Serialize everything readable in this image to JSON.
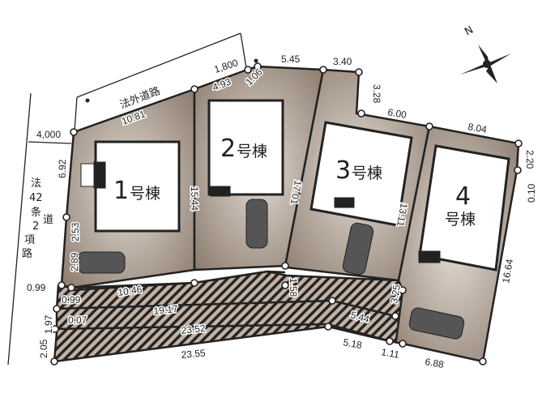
{
  "roads": {
    "outside_road": "法外道路",
    "article42_road": [
      "法",
      "42",
      "条",
      "2",
      "項",
      "道",
      "路"
    ],
    "outside_road_width": "1,800",
    "article42_road_width": "4,000"
  },
  "buildings": [
    {
      "num": "1",
      "suffix": "号棟"
    },
    {
      "num": "2",
      "suffix": "号棟"
    },
    {
      "num": "3",
      "suffix": "号棟"
    },
    {
      "num": "4",
      "suffix": "号棟"
    }
  ],
  "compass": {
    "label": "N"
  },
  "dimensions": {
    "d1081": "10.81",
    "d493": "4.93",
    "d106": "1.06",
    "d545": "5.45",
    "d340": "3.40",
    "d328": "3.28",
    "d600": "6.00",
    "d804": "8.04",
    "d220": "2.20",
    "d010": "0.10",
    "d692": "6.92",
    "d253": "2.53",
    "d289": "2.89",
    "d1544": "15.44",
    "d1701": "17.01",
    "d1311": "13.11",
    "d1664": "16.64",
    "d158": "1.58",
    "d325": "3.25",
    "d099a": "0.99",
    "d099b": "0.99",
    "d007": "0.07",
    "d197": "1.97",
    "d205": "2.05",
    "d1046": "10.46",
    "d1917": "19.17",
    "d2352": "23.52",
    "d2355": "23.55",
    "d544": "5.44",
    "d518": "5.18",
    "d111": "1.11",
    "d688": "6.88"
  },
  "colors": {
    "lot": "#8f7f72",
    "lot_light": "#d9d1c9",
    "outline": "#222222"
  }
}
